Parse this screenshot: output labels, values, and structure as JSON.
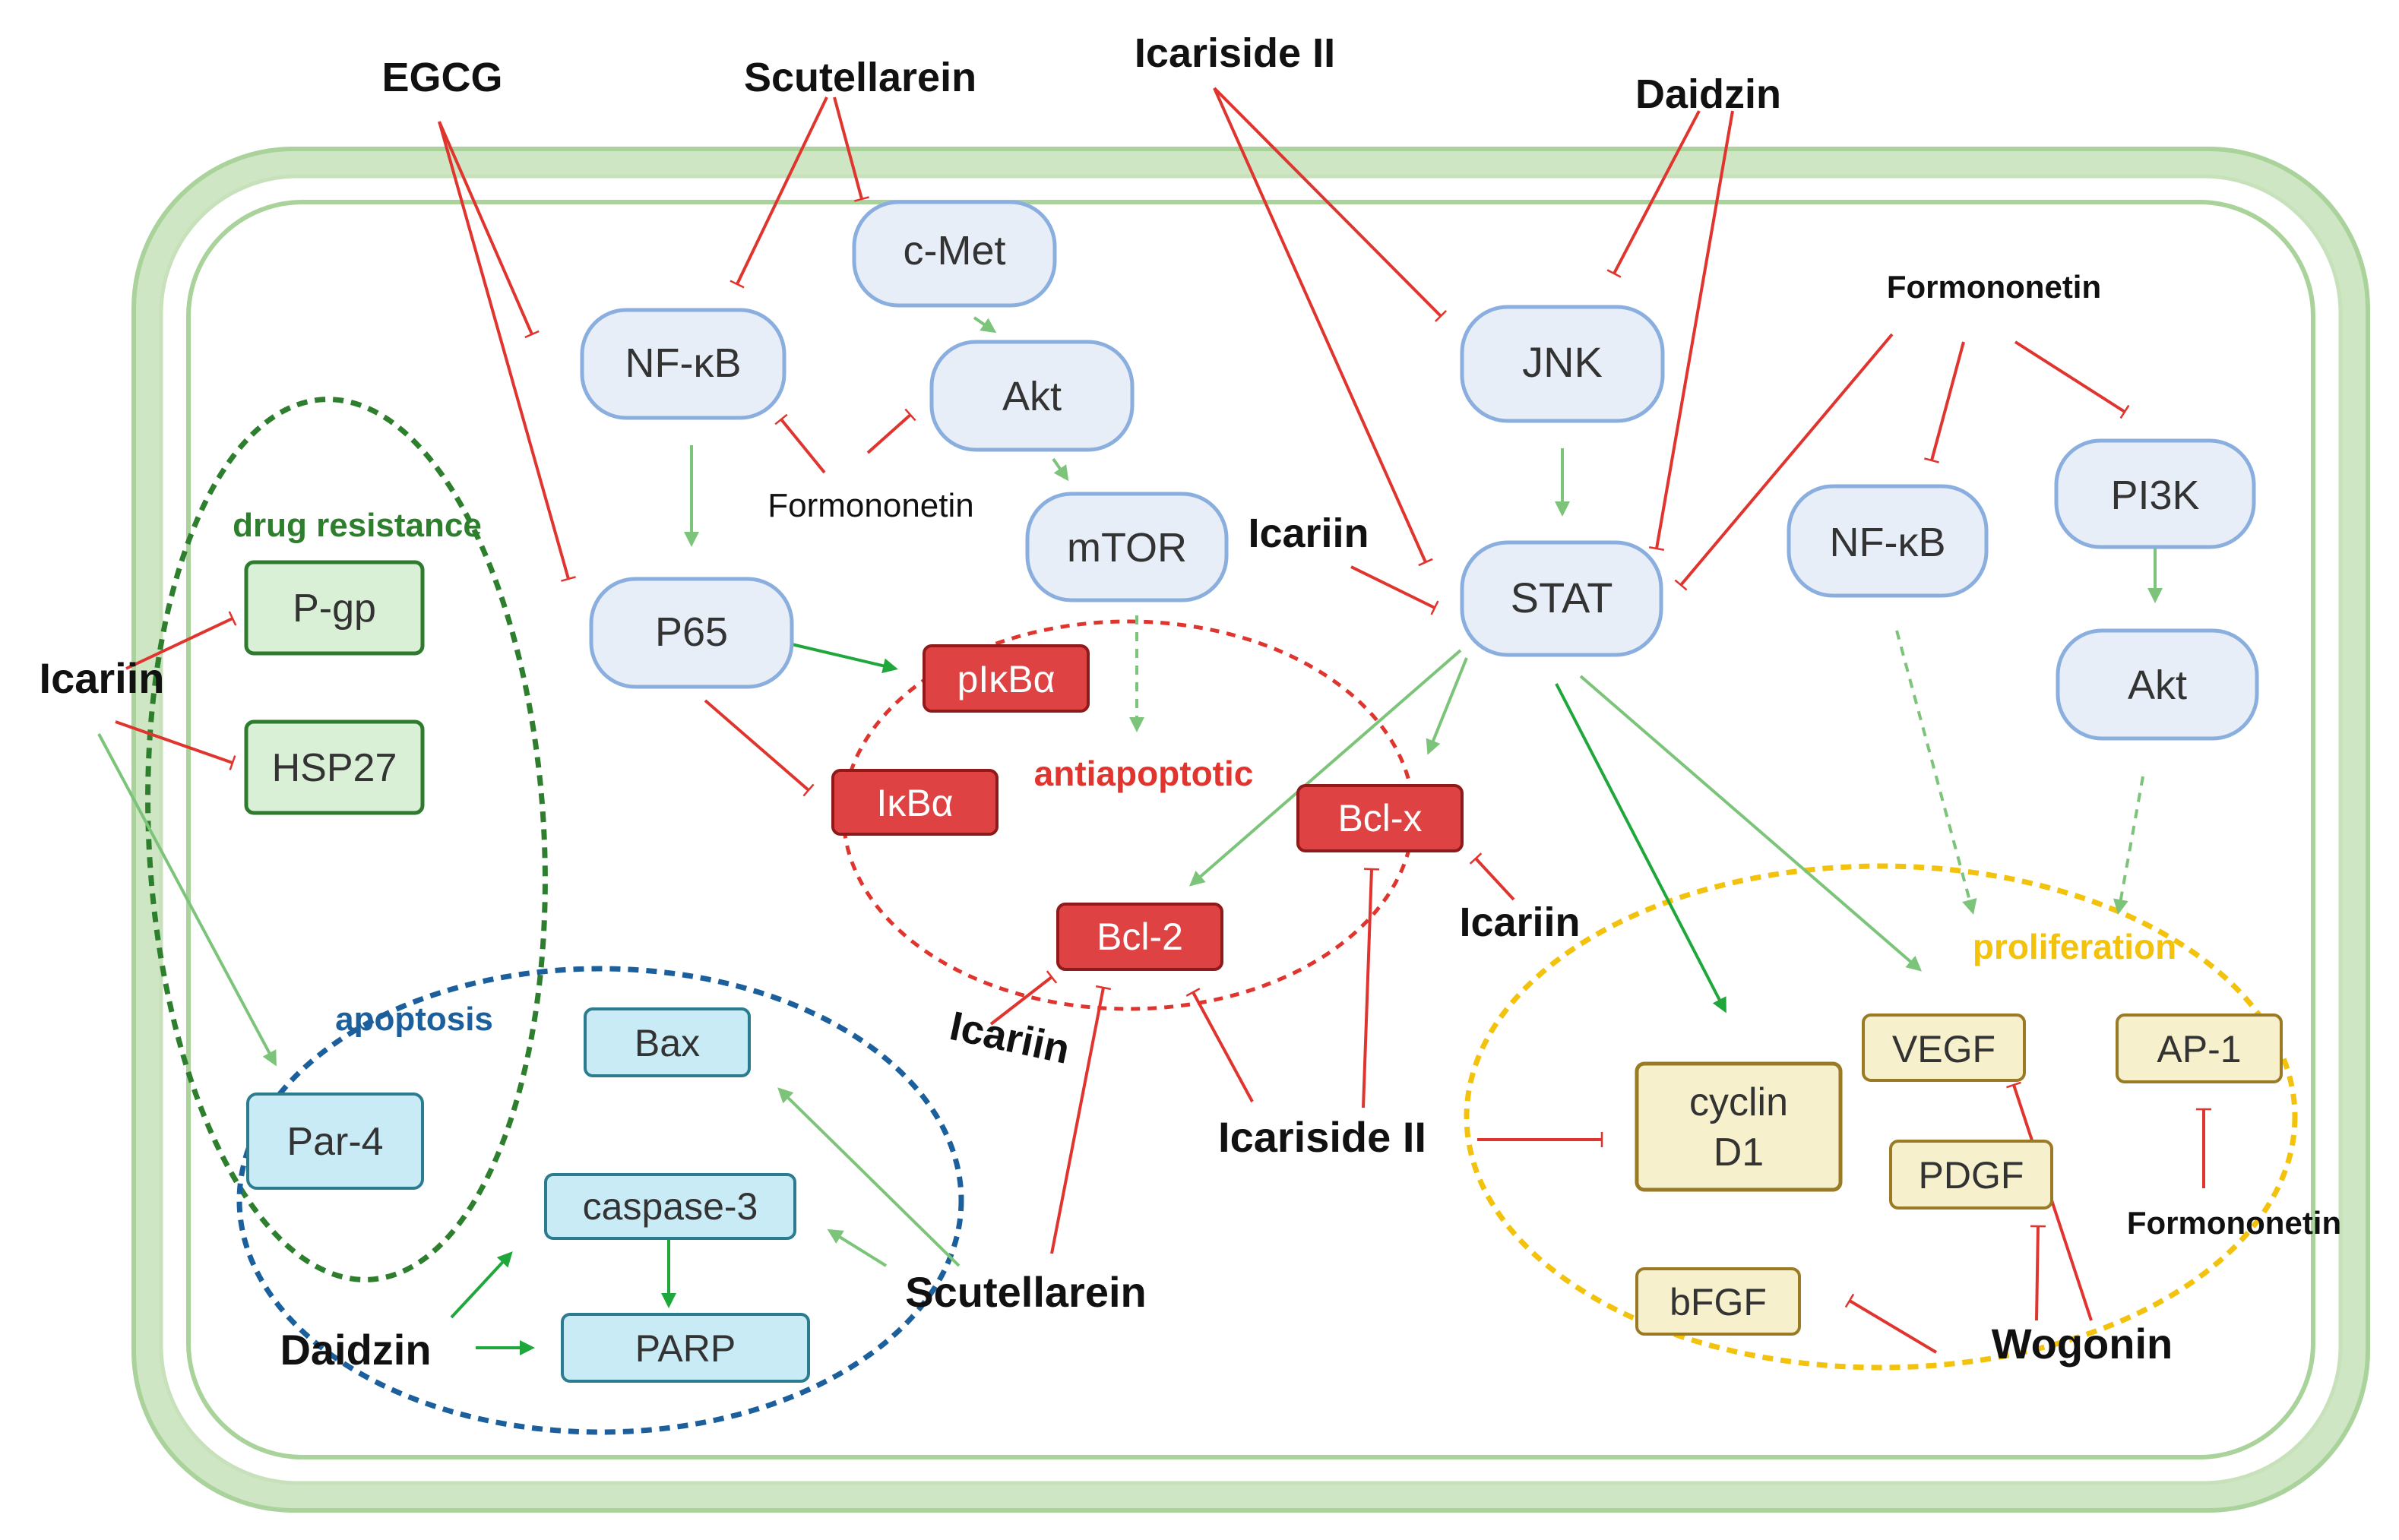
{
  "colors": {
    "membrane": "#cfe6c4",
    "membrane_line": "#a9d39a",
    "inhibit": "#e0342e",
    "activate": "#7cc47a",
    "activate_strong": "#1fa73c",
    "pathway_fill": "#e8eef8",
    "pathway_stroke": "#8aaede",
    "red_fill": "#df4242",
    "red_stroke": "#8e1a1a",
    "green_fill": "#d9f0d6",
    "green_stroke": "#2e7a2e",
    "blue_fill": "#c8ebf5",
    "blue_stroke": "#2b7c8f",
    "yellow_fill": "#f6f0cc",
    "yellow_stroke": "#9a7a25",
    "drug_resistance": "#2d7f2d",
    "apoptosis": "#1b5f9c",
    "antiapoptotic": "#e0342e",
    "proliferation": "#f3c20c"
  },
  "regions": {
    "drug_resistance": "drug resistance",
    "apoptosis": "apoptosis",
    "antiapoptotic": "antiapoptotic",
    "proliferation": "proliferation"
  },
  "nodes": {
    "c_met": "c-Met",
    "nfkb_left": "NF-κB",
    "akt_left": "Akt",
    "mtor": "mTOR",
    "p65": "P65",
    "jnk": "JNK",
    "stat": "STAT",
    "nfkb_right": "NF-κB",
    "pi3k": "PI3K",
    "akt_right": "Akt",
    "pgp": "P-gp",
    "hsp27": "HSP27",
    "pikba": "pIκBα",
    "ikba": "IκBα",
    "bclx": "Bcl-x",
    "bcl2": "Bcl-2",
    "bax": "Bax",
    "par4": "Par-4",
    "caspase3": "caspase-3",
    "parp": "PARP",
    "cyclin_line1": "cyclin",
    "cyclin_line2": "D1",
    "vegf": "VEGF",
    "pdgf": "PDGF",
    "ap1": "AP-1",
    "bfgf": "bFGF"
  },
  "drugs": {
    "egcg": "EGCG",
    "scutellarein_top": "Scutellarein",
    "icariside_top": "Icariside II",
    "daidzin_top": "Daidzin",
    "formononetin_top": "Formononetin",
    "formononetin_mid": "Formononetin",
    "icariin_mid": "Icariin",
    "icariin_left": "Icariin",
    "icariin_bclx": "Icariin",
    "icariin_bcl2": "Icariin",
    "icariside_bottom": "Icariside II",
    "scutellarein_bottom": "Scutellarein",
    "daidzin_bottom": "Daidzin",
    "formononetin_right": "Formononetin",
    "wogonin": "Wogonin"
  }
}
